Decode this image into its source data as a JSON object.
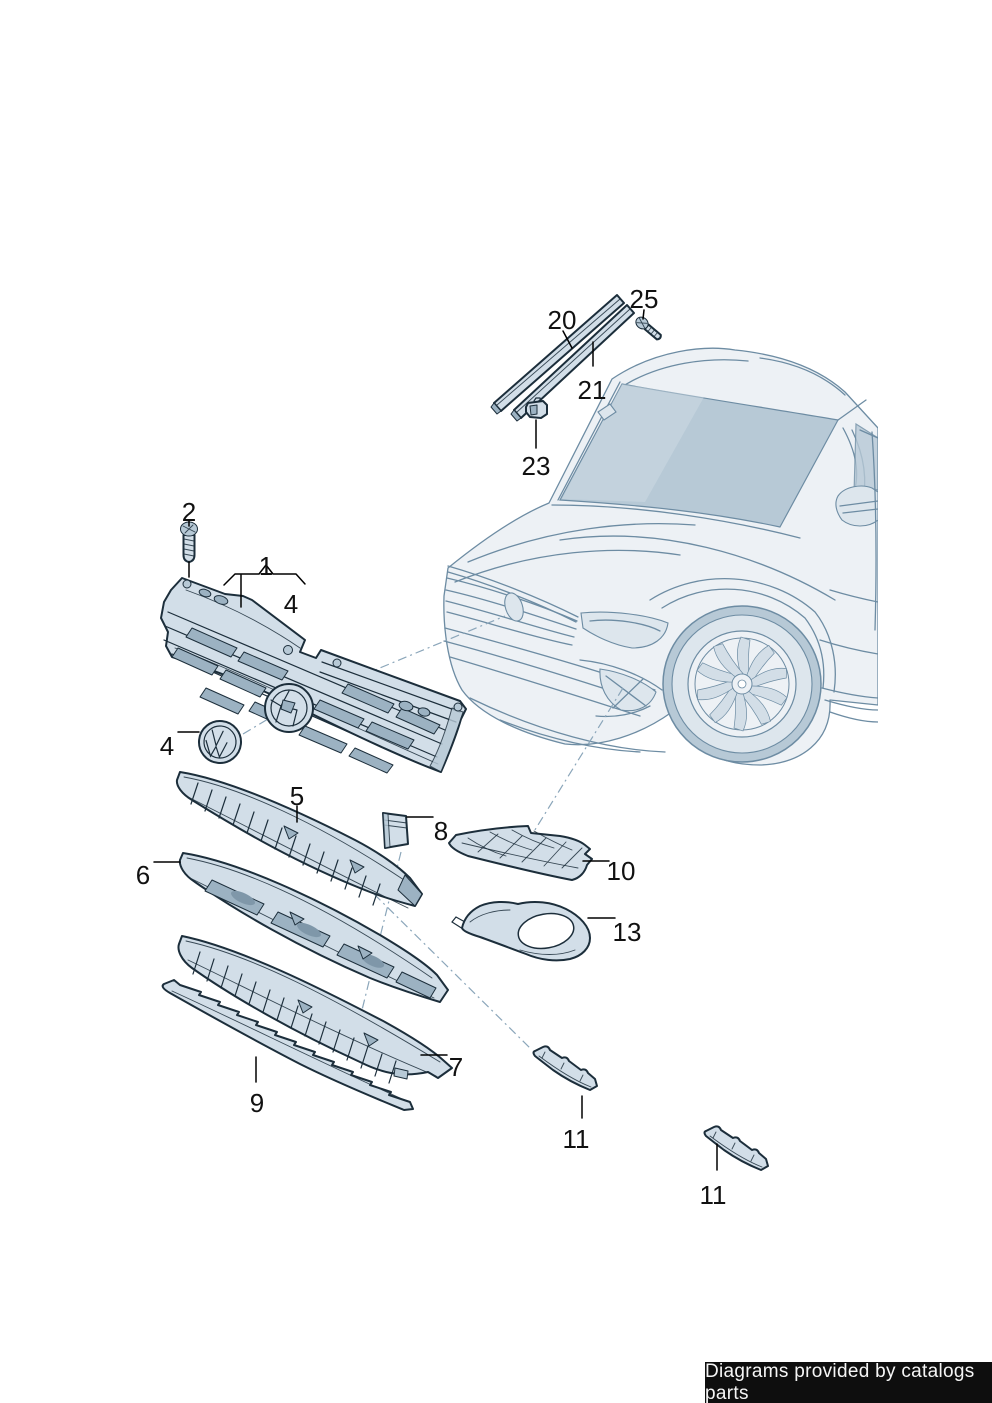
{
  "diagram": {
    "vehicle": "suv-front-three-quarter-line-art",
    "subject": "front-grille-and-bumper-trim-exploded-view",
    "callouts": [
      {
        "id": "1",
        "label": "1"
      },
      {
        "id": "2",
        "label": "2"
      },
      {
        "id": "4-grille",
        "label": "4"
      },
      {
        "id": "4-emblem",
        "label": "4"
      },
      {
        "id": "5",
        "label": "5"
      },
      {
        "id": "6",
        "label": "6"
      },
      {
        "id": "7",
        "label": "7"
      },
      {
        "id": "8",
        "label": "8"
      },
      {
        "id": "9",
        "label": "9"
      },
      {
        "id": "10",
        "label": "10"
      },
      {
        "id": "11-left",
        "label": "11"
      },
      {
        "id": "11-right",
        "label": "11"
      },
      {
        "id": "13",
        "label": "13"
      },
      {
        "id": "20",
        "label": "20"
      },
      {
        "id": "21",
        "label": "21"
      },
      {
        "id": "23",
        "label": "23"
      },
      {
        "id": "25",
        "label": "25"
      }
    ],
    "footer": {
      "text": "Diagrams provided by catalogs parts"
    },
    "colors": {
      "background": "#ffffff",
      "outline": "#1c2e3b",
      "part_fill": "#d2dee8",
      "part_mid": "#b7c9d6",
      "part_shade": "#9cb2c2",
      "part_deep": "#7f97a9",
      "car_line": "#6d8ca3",
      "car_fill": "#edf1f5",
      "car_glass": "#b7c9d6",
      "car_glass_light": "#d3dee7",
      "car_tint": "#dde6ed",
      "leader": "#000000",
      "dash": "#8ba6ba",
      "label": "#111111",
      "footer_bg": "#0e0e0e",
      "footer_text": "#f5f5f5"
    }
  }
}
